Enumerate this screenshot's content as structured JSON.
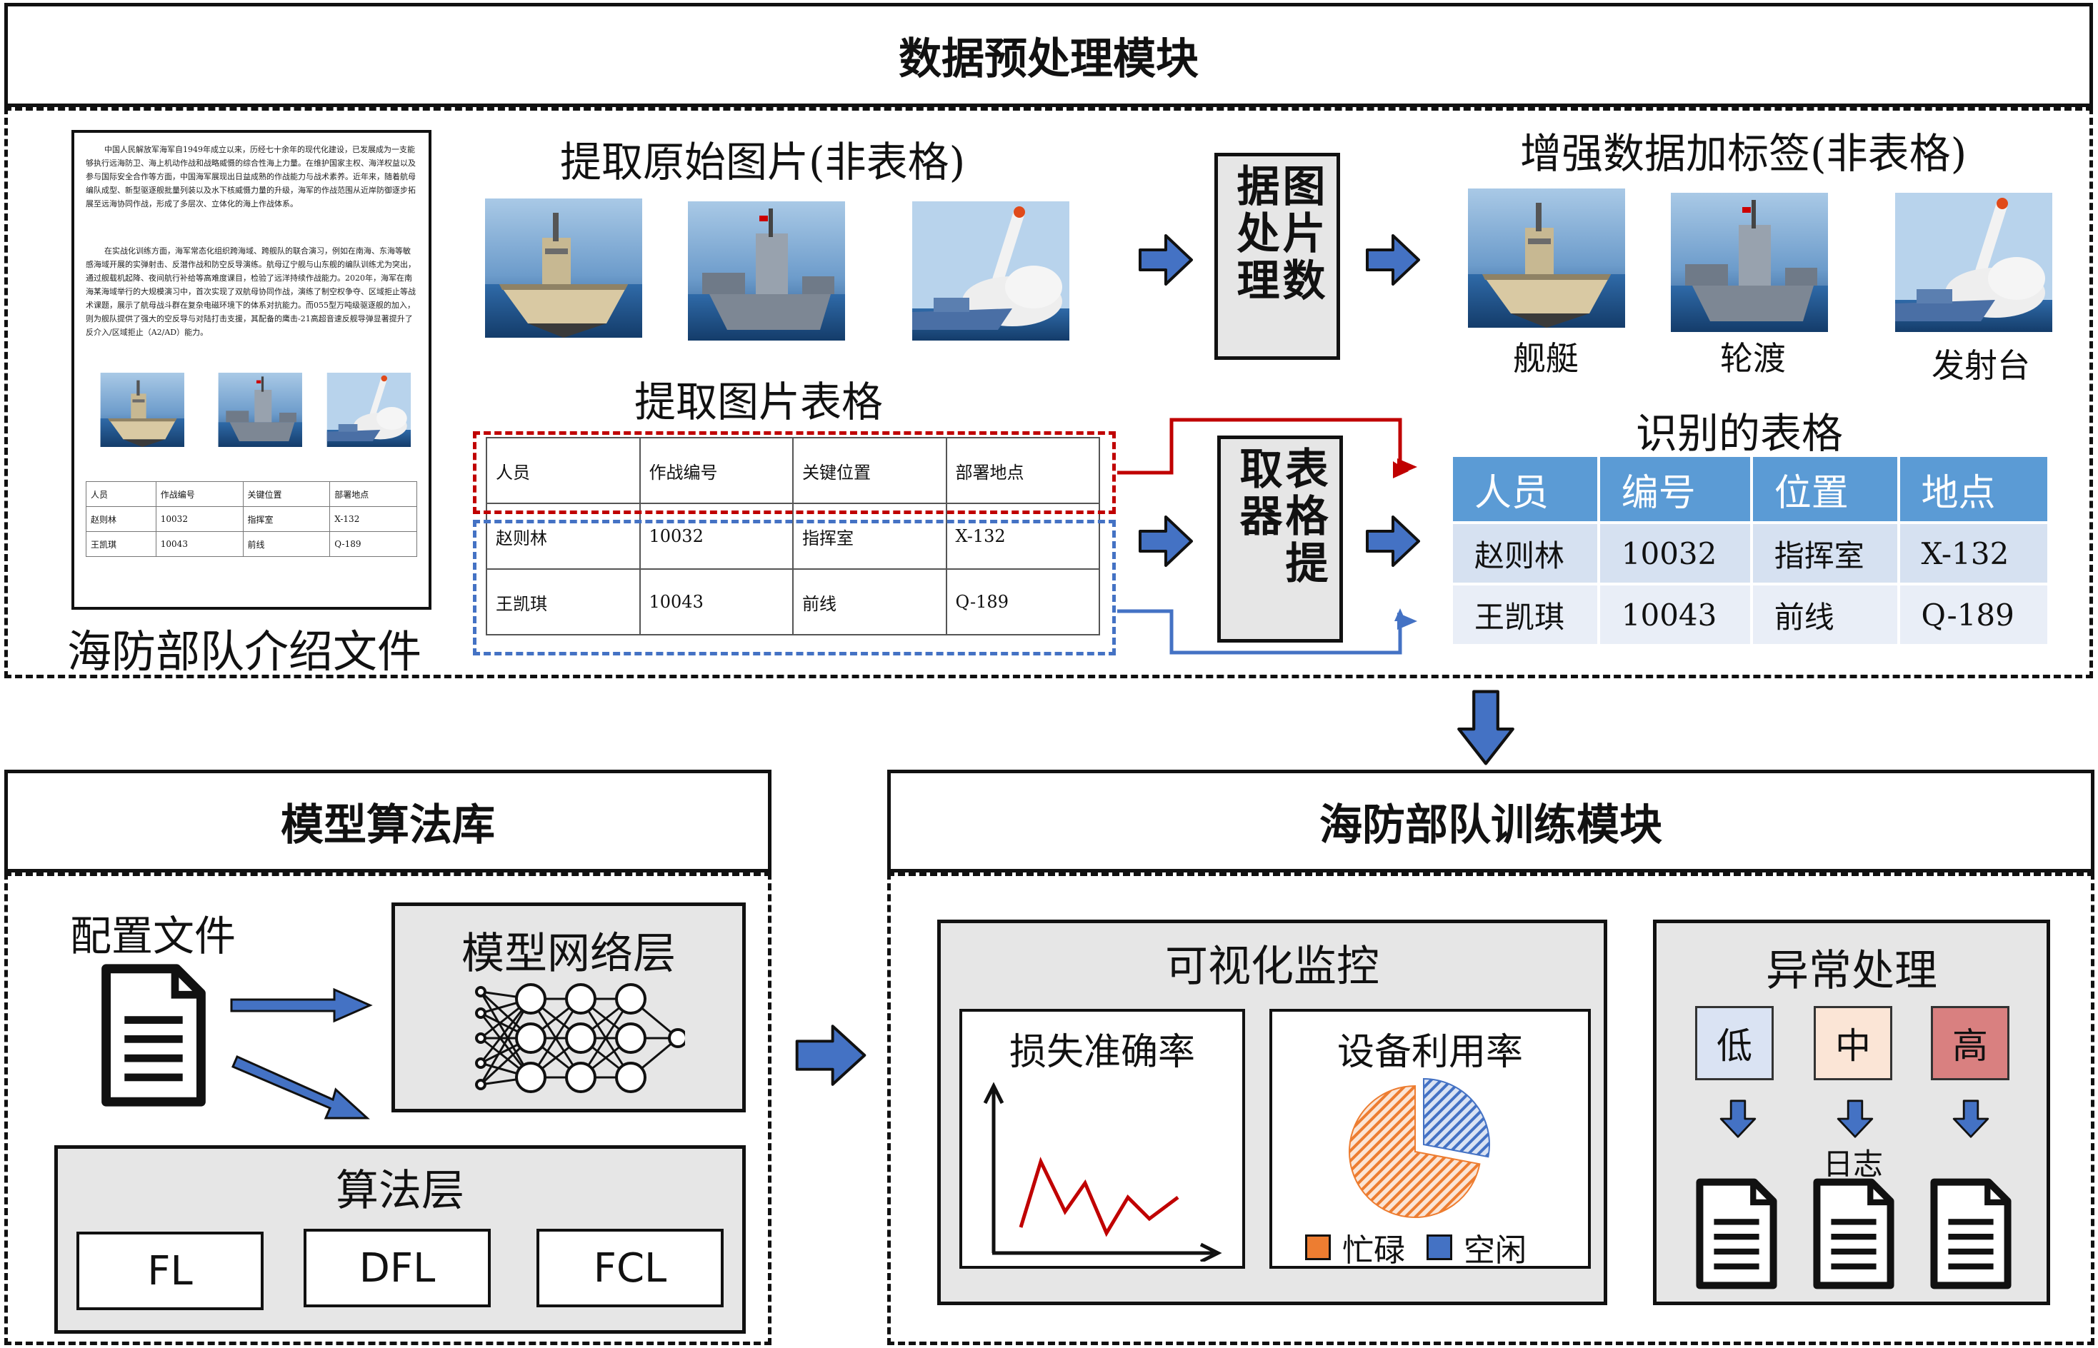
{
  "preprocess": {
    "title": "数据预处理模块",
    "doc_caption": "海防部队介绍文件",
    "doc_paragraph_1": "中国人民解放军海军自1949年成立以来，历经七十余年的现代化建设，已发展成为一支能够执行远海防卫、海上机动作战和战略威慑的综合性海上力量。在维护国家主权、海洋权益以及参与国际安全合作等方面，中国海军展现出日益成熟的作战能力与战术素养。近年来，随着航母编队成型、新型驱逐舰批量列装以及水下核威慑力量的升级，海军的作战范围从近岸防御逐步拓展至远海协同作战，形成了多层次、立体化的海上作战体系。",
    "doc_paragraph_2": "在实战化训练方面，海军常态化组织跨海域、跨舰队的联合演习，例如在南海、东海等敏感海域开展的实弹射击、反潜作战和防空反导演练。航母辽宁舰与山东舰的编队训练尤为突出，通过舰载机起降、夜间航行补给等高难度课目，检验了远洋持续作战能力。2020年，海军在南海某海域举行的大规模演习中，首次实现了双航母协同作战，演练了制空权争夺、区域拒止等战术课题，展示了航母战斗群在复杂电磁环境下的体系对抗能力。而055型万吨级驱逐舰的加入，则为舰队提供了强大的空反导与对陆打击支援，其配备的鹰击-21高超音速反舰导弹显著提升了反介入/区域拒止（A2/AD）能力。",
    "doc_table": [
      [
        "人员",
        "作战编号",
        "关键位置",
        "部署地点"
      ],
      [
        "赵则林",
        "10032",
        "指挥室",
        "X-132"
      ],
      [
        "王凯琪",
        "10043",
        "前线",
        "Q-189"
      ]
    ],
    "extract_images_title": "提取原始图片(非表格)",
    "extract_table_title": "提取图片表格",
    "extracted_table": [
      [
        "人员",
        "作战编号",
        "关键位置",
        "部署地点"
      ],
      [
        "赵则林",
        "10032",
        "指挥室",
        "X-132"
      ],
      [
        "王凯琪",
        "10043",
        "前线",
        "Q-189"
      ]
    ],
    "image_processor": "图片数据处理",
    "table_extractor": "表格提取器",
    "augmented_title": "增强数据加标签(非表格)",
    "augmented_labels": [
      "舰艇",
      "轮渡",
      "发射台"
    ],
    "recognized_title": "识别的表格",
    "recognized_header": [
      "人员",
      "编号",
      "位置",
      "地点"
    ],
    "recognized_rows": [
      [
        "赵则林",
        "10032",
        "指挥室",
        "X-132"
      ],
      [
        "王凯琪",
        "10043",
        "前线",
        "Q-189"
      ]
    ],
    "extract_box_colors": {
      "header": "#c00000",
      "rows": "#4472c4"
    }
  },
  "library": {
    "title": "模型算法库",
    "config_file": "配置文件",
    "network_layer": "模型网络层",
    "algorithm_layer": "算法层",
    "algorithms": [
      "FL",
      "DFL",
      "FCL"
    ]
  },
  "training": {
    "title": "海防部队训练模块",
    "monitor_title": "可视化监控",
    "loss_panel": "损失准确率",
    "device_panel": "设备利用率",
    "pie": {
      "busy_label": "忙碌",
      "idle_label": "空闲",
      "busy_fraction": 0.72,
      "busy_color": "#ed7d31",
      "idle_color": "#4472c4"
    },
    "exception_title": "异常处理",
    "levels": [
      "低",
      "中",
      "高"
    ],
    "level_colors": [
      "#dae3f3",
      "#fbe5d6",
      "#d98080"
    ],
    "log_label": "日志"
  }
}
